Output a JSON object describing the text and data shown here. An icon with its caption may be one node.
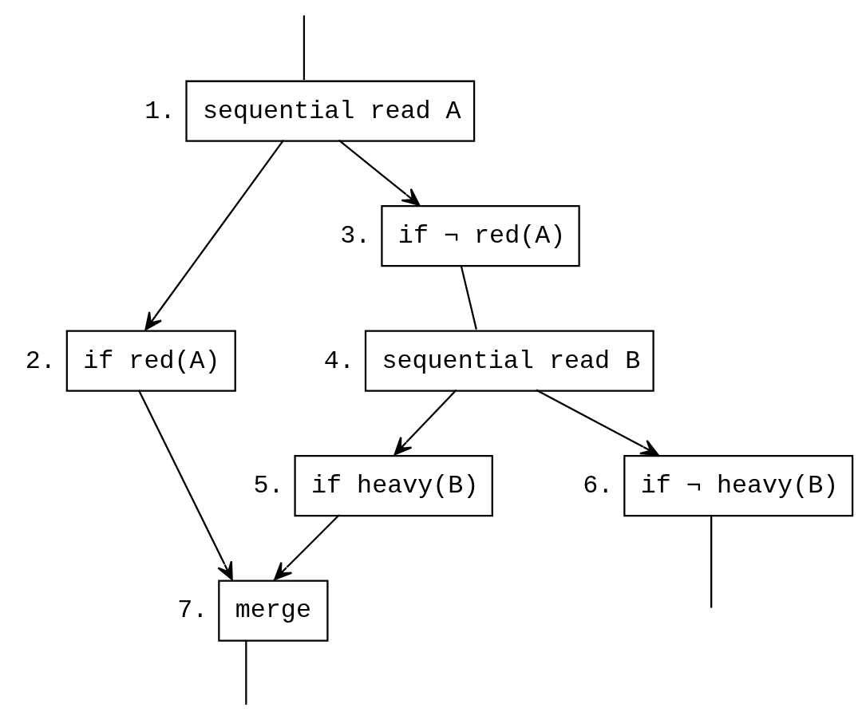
{
  "diagram": {
    "nodes": [
      {
        "text": [
          "sequential read A"
        ],
        "beside": [
          "1."
        ]
      },
      {
        "text": [
          "if red(A)"
        ],
        "beside": [
          "2."
        ]
      },
      {
        "text": [
          "if ¬ red(A)"
        ],
        "beside": [
          "3."
        ]
      },
      {
        "text": [
          "sequential read B"
        ],
        "beside": [
          "4."
        ]
      },
      {
        "text": [
          "if heavy(B)"
        ],
        "beside": [
          "5."
        ]
      },
      {
        "text": [
          "if ¬ heavy(B)"
        ],
        "beside": [
          "6."
        ]
      },
      {
        "text": [
          "merge"
        ],
        "beside": [
          "7."
        ]
      }
    ],
    "edges": [
      {
        "from": null,
        "to": 0,
        "arrow": "none"
      },
      {
        "from": 0,
        "to": 1,
        "arrow": "to"
      },
      {
        "from": 0,
        "to": 2,
        "arrow": "to"
      },
      {
        "from": 1,
        "to": 6,
        "arrow": "to"
      },
      {
        "from": 2,
        "to": 3,
        "arrow": "none"
      },
      {
        "from": 3,
        "to": 4,
        "arrow": "to"
      },
      {
        "from": 3,
        "to": 5,
        "arrow": "to"
      },
      {
        "from": 4,
        "to": 6,
        "arrow": "to"
      },
      {
        "from": 5,
        "to": null,
        "arrow": "none"
      },
      {
        "from": 6,
        "to": null,
        "arrow": "none"
      }
    ]
  }
}
